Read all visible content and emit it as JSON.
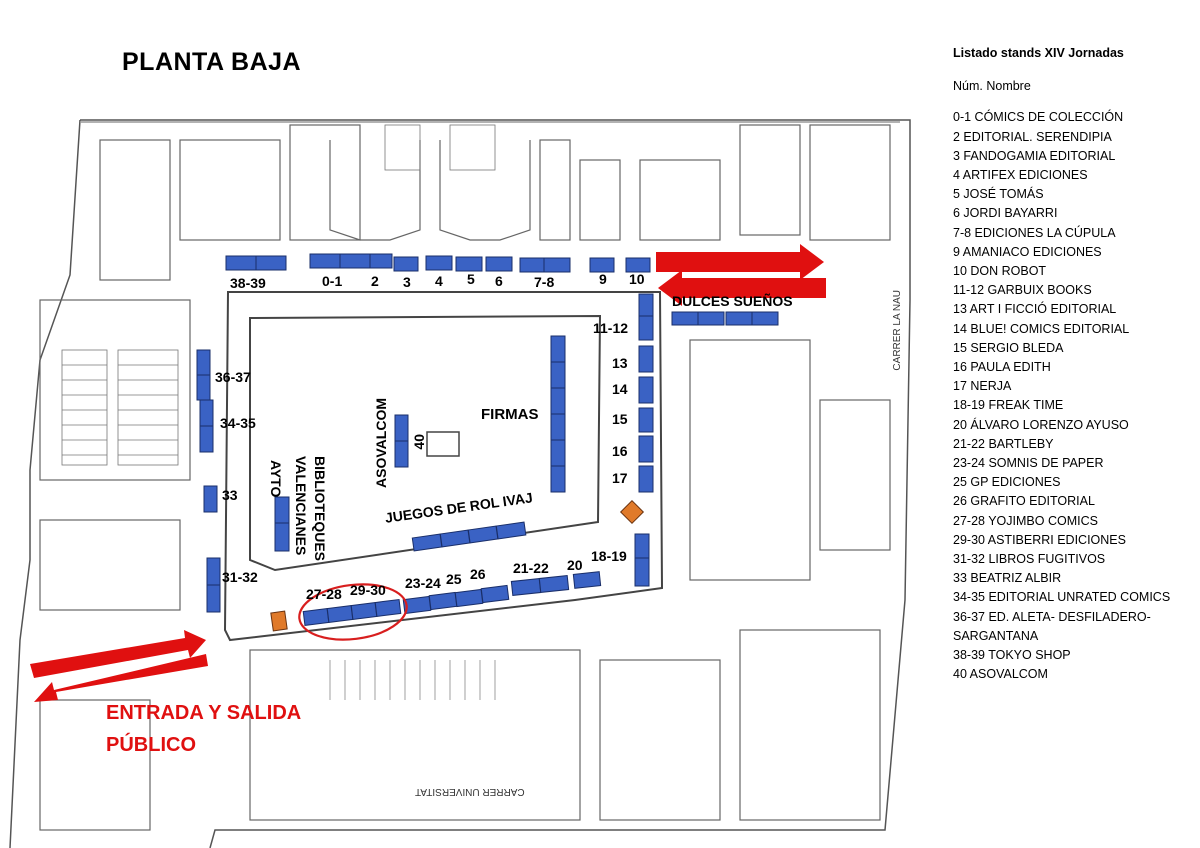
{
  "title": "PLANTA BAJA",
  "listing": {
    "heading": "Listado stands XIV Jornadas",
    "columns": "Núm. Nombre",
    "items": [
      "0-1 CÓMICS DE COLECCIÓN",
      "2 EDITORIAL. SERENDIPIA",
      "3 FANDOGAMIA EDITORIAL",
      "4 ARTIFEX EDICIONES",
      "5 JOSÉ TOMÁS",
      "6 JORDI BAYARRI",
      "7-8 EDICIONES LA CÚPULA",
      "9 AMANIACO EDICIONES",
      "10 DON ROBOT",
      "11-12 GARBUIX BOOKS",
      "13 ART I FICCIÓ EDITORIAL",
      "14 BLUE! COMICS EDITORIAL",
      "15 SERGIO BLEDA",
      "16 PAULA EDITH",
      "17 NERJA",
      "18-19 FREAK TIME",
      "20 ÁLVARO LORENZO AYUSO",
      "21-22 BARTLEBY",
      "23-24 SOMNIS DE PAPER",
      "25 GP EDICIONES",
      "26 GRAFITO EDITORIAL",
      "27-28 YOJIMBO COMICS",
      "29-30 ASTIBERRI EDICIONES",
      "31-32 LIBROS FUGITIVOS",
      "33 BEATRIZ ALBIR",
      "34-35 EDITORIAL UNRATED COMICS",
      "36-37 ED. ALETA- DESFILADERO-",
      "SARGANTANA",
      "38-39 TOKYO SHOP",
      "40 ASOVALCOM"
    ]
  },
  "map": {
    "stand_labels": {
      "s38": "38-39",
      "s0": "0-1",
      "s2": "2",
      "s3": "3",
      "s4": "4",
      "s5": "5",
      "s6": "6",
      "s7": "7-8",
      "s9": "9",
      "s10": "10",
      "s11": "11-12",
      "s13": "13",
      "s14": "14",
      "s15": "15",
      "s16": "16",
      "s17": "17",
      "s18": "18-19",
      "s20": "20",
      "s21": "21-22",
      "s23": "23-24",
      "s25": "25",
      "s26": "26",
      "s27": "27-28",
      "s29": "29-30",
      "s31": "31-32",
      "s33": "33",
      "s34": "34-35",
      "s36": "36-37",
      "s40": "40"
    },
    "areas": {
      "dulces": "DULCES SUEÑOS",
      "firmas": "FIRMAS",
      "asovalcom": "ASOVALCOM",
      "juegos": "JUEGOS DE ROL IVAJ",
      "ayto": "AYTO",
      "bibliotecas_1": "BIBLIOTEQUES",
      "bibliotecas_2": "VALENCIANES"
    },
    "streets": {
      "la_nau": "CARRER LA NAU",
      "universitat": "CARRER UNIVERSITAT"
    },
    "entrance_1": "ENTRADA Y SALIDA",
    "entrance_2": "PÚBLICO"
  },
  "colors": {
    "stand": "#3a62c4",
    "stand_border": "#1a2f6a",
    "arrow": "#e01010",
    "marker": "#e07a2a",
    "walls": "#333333"
  }
}
